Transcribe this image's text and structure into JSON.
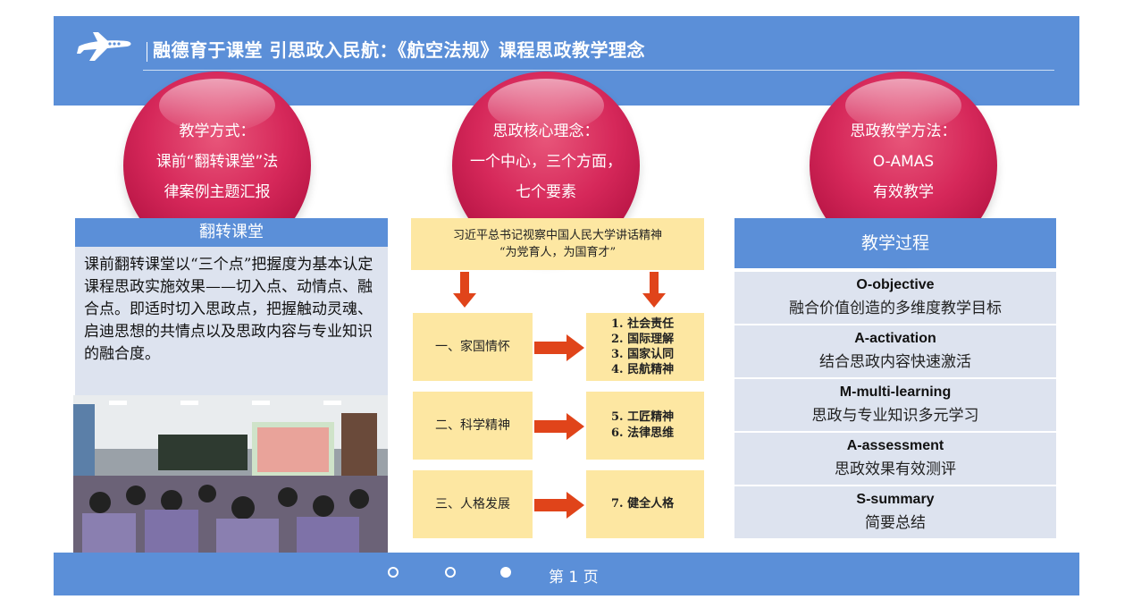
{
  "header": {
    "title": "融德育于课堂 引思政入民航：《航空法规》课程思政教学理念",
    "logo_icon": "airplane-icon"
  },
  "bubbles": [
    {
      "lines": [
        "教学方式：",
        "课前“翻转课堂”法",
        "律案例主题汇报"
      ]
    },
    {
      "lines": [
        "思政核心理念：",
        "一个中心，三个方面，",
        "七个要素"
      ]
    },
    {
      "lines": [
        "思政教学方法：",
        "O-AMAS",
        "有效教学"
      ]
    }
  ],
  "left": {
    "heading": "翻转课堂",
    "body": "课前翻转课堂以“三个点”把握度为基本认定课程思政实施效果——切入点、动情点、融合点。即适时切入思政点，把握触动灵魂、启迪思想的共情点以及思政内容与专业知识的融合度。"
  },
  "middle": {
    "top_line1": "习近平总书记视察中国人民大学讲话精神",
    "top_line2": "“为党育人，为国育才”",
    "rows": [
      {
        "left": "一、家国情怀",
        "right": [
          "1. 社会责任",
          "2. 国际理解",
          "3. 国家认同",
          "4. 民航精神"
        ]
      },
      {
        "left": "二、科学精神",
        "right": [
          "5. 工匠精神",
          "6. 法律思维"
        ]
      },
      {
        "left": "三、人格发展",
        "right": [
          "7. 健全人格"
        ]
      }
    ]
  },
  "right": {
    "heading": "教学过程",
    "steps": [
      {
        "en": "O-objective",
        "zh": "融合价值创造的多维度教学目标"
      },
      {
        "en": "A-activation",
        "zh": "结合思政内容快速激活"
      },
      {
        "en": "M-multi-learning",
        "zh": "思政与专业知识多元学习"
      },
      {
        "en": "A-assessment",
        "zh": "思政效果有效测评"
      },
      {
        "en": "S-summary",
        "zh": "简要总结"
      }
    ]
  },
  "footer": {
    "page_label": "第 1 页",
    "dots": [
      "empty",
      "empty",
      "filled"
    ]
  },
  "colors": {
    "bar_blue": "#5b8fd8",
    "bubble_red": "#d6285a",
    "yellow_box": "#fde7a2",
    "arrow_red": "#e0441a",
    "panel_gray": "#dde3ef"
  }
}
